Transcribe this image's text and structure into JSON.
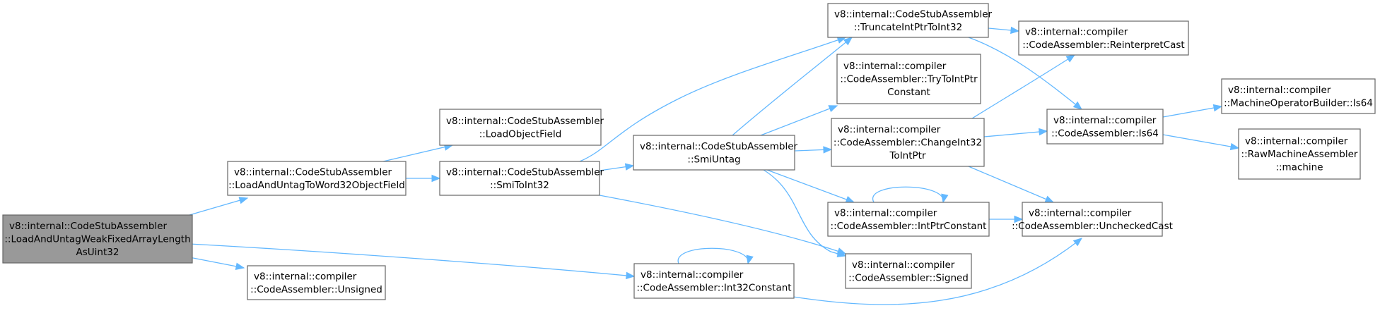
{
  "colors": {
    "edge": "#63b8ff",
    "node_border": "#666666",
    "root_fill": "#999999",
    "node_fill": "#ffffff"
  },
  "nodes": [
    {
      "id": "load_weak",
      "lines": [
        "v8::internal::CodeStubAssembler",
        "::LoadAndUntagWeakFixedArrayLength",
        "AsUint32"
      ],
      "root": true
    },
    {
      "id": "load_untag",
      "lines": [
        "v8::internal::CodeStubAssembler",
        "::LoadAndUntagToWord32ObjectField"
      ]
    },
    {
      "id": "unsigned",
      "lines": [
        "v8::internal::compiler",
        "::CodeAssembler::Unsigned"
      ]
    },
    {
      "id": "load_obj",
      "lines": [
        "v8::internal::CodeStubAssembler",
        "::LoadObjectField"
      ]
    },
    {
      "id": "smi_to_int32",
      "lines": [
        "v8::internal::CodeStubAssembler",
        "::SmiToInt32"
      ]
    },
    {
      "id": "smi_untag",
      "lines": [
        "v8::internal::CodeStubAssembler",
        "::SmiUntag"
      ]
    },
    {
      "id": "int32_const",
      "lines": [
        "v8::internal::compiler",
        "::CodeAssembler::Int32Constant"
      ]
    },
    {
      "id": "truncate",
      "lines": [
        "v8::internal::CodeStubAssembler",
        "::TruncateIntPtrToInt32"
      ]
    },
    {
      "id": "try_to_intptr",
      "lines": [
        "v8::internal::compiler",
        "::CodeAssembler::TryToIntPtr",
        "Constant"
      ]
    },
    {
      "id": "change_int32",
      "lines": [
        "v8::internal::compiler",
        "::CodeAssembler::ChangeInt32",
        "ToIntPtr"
      ]
    },
    {
      "id": "intptr_const",
      "lines": [
        "v8::internal::compiler",
        "::CodeAssembler::IntPtrConstant"
      ]
    },
    {
      "id": "signed",
      "lines": [
        "v8::internal::compiler",
        "::CodeAssembler::Signed"
      ]
    },
    {
      "id": "reinterpret",
      "lines": [
        "v8::internal::compiler",
        "::CodeAssembler::ReinterpretCast"
      ]
    },
    {
      "id": "is64",
      "lines": [
        "v8::internal::compiler",
        "::CodeAssembler::Is64"
      ]
    },
    {
      "id": "unchecked",
      "lines": [
        "v8::internal::compiler",
        "::CodeAssembler::UncheckedCast"
      ]
    },
    {
      "id": "mob_is64",
      "lines": [
        "v8::internal::compiler",
        "::MachineOperatorBuilder::Is64"
      ]
    },
    {
      "id": "rma_machine",
      "lines": [
        "v8::internal::compiler",
        "::RawMachineAssembler",
        "::machine"
      ]
    }
  ],
  "edges": [
    {
      "from": "load_weak",
      "to": "load_untag"
    },
    {
      "from": "load_weak",
      "to": "int32_const"
    },
    {
      "from": "load_weak",
      "to": "unsigned"
    },
    {
      "from": "load_untag",
      "to": "load_obj"
    },
    {
      "from": "load_untag",
      "to": "smi_to_int32"
    },
    {
      "from": "smi_to_int32",
      "to": "smi_untag"
    },
    {
      "from": "smi_to_int32",
      "to": "truncate"
    },
    {
      "from": "smi_to_int32",
      "to": "signed"
    },
    {
      "from": "smi_untag",
      "to": "truncate"
    },
    {
      "from": "smi_untag",
      "to": "try_to_intptr"
    },
    {
      "from": "smi_untag",
      "to": "change_int32"
    },
    {
      "from": "smi_untag",
      "to": "intptr_const"
    },
    {
      "from": "smi_untag",
      "to": "signed"
    },
    {
      "from": "truncate",
      "to": "reinterpret"
    },
    {
      "from": "truncate",
      "to": "is64"
    },
    {
      "from": "change_int32",
      "to": "reinterpret"
    },
    {
      "from": "change_int32",
      "to": "is64"
    },
    {
      "from": "change_int32",
      "to": "unchecked"
    },
    {
      "from": "intptr_const",
      "to": "intptr_const"
    },
    {
      "from": "intptr_const",
      "to": "unchecked"
    },
    {
      "from": "int32_const",
      "to": "int32_const"
    },
    {
      "from": "int32_const",
      "to": "unchecked"
    },
    {
      "from": "is64",
      "to": "mob_is64"
    },
    {
      "from": "is64",
      "to": "rma_machine"
    }
  ]
}
